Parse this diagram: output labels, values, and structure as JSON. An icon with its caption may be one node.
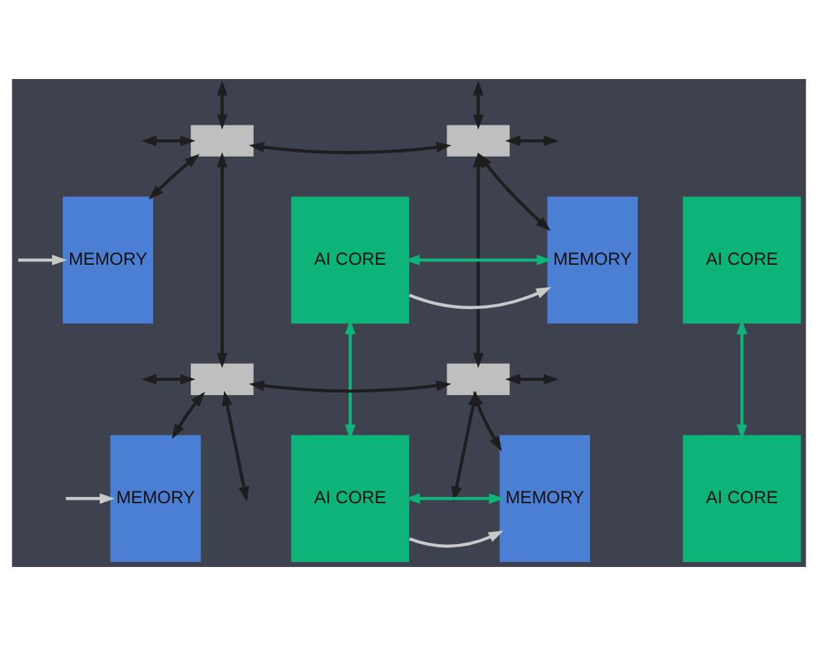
{
  "diagram": {
    "nodes": [
      {
        "text": [],
        "shape": "box"
      },
      {
        "text": [],
        "shape": "box"
      },
      {
        "text": [
          "MEMORY"
        ]
      },
      {
        "text": [
          "AI CORE"
        ]
      },
      {
        "text": [
          "MEMORY"
        ]
      },
      {
        "text": [
          "AI CORE"
        ]
      },
      {
        "text": [],
        "shape": "box"
      },
      {
        "text": [],
        "shape": "box"
      },
      {
        "text": [
          "MEMORY"
        ]
      },
      {
        "text": [
          "AI CORE"
        ]
      },
      {
        "text": [
          "MEMORY"
        ]
      },
      {
        "text": [
          "AI CORE"
        ]
      }
    ],
    "edges": [
      {
        "from": null,
        "to": 0,
        "arrow": "both"
      },
      {
        "from": null,
        "to": 0,
        "arrow": "both"
      },
      {
        "from": 0,
        "to": 1,
        "arrow": "both"
      },
      {
        "from": null,
        "to": 1,
        "arrow": "both"
      },
      {
        "from": 1,
        "to": null,
        "arrow": "both"
      },
      {
        "from": 0,
        "to": 2,
        "arrow": "both"
      },
      {
        "from": 1,
        "to": 4,
        "arrow": "both"
      },
      {
        "from": null,
        "to": 2,
        "arrow": "to",
        "color": "#c8c8c8"
      },
      {
        "from": 3,
        "to": 4,
        "arrow": "to",
        "color": "#c8c8c8"
      },
      {
        "from": 3,
        "to": 4,
        "arrow": "both",
        "color": "#10b47a"
      },
      {
        "from": 0,
        "to": 6,
        "arrow": "both"
      },
      {
        "from": 1,
        "to": 7,
        "arrow": "both"
      },
      {
        "from": null,
        "to": 6,
        "arrow": "both"
      },
      {
        "from": 6,
        "to": 7,
        "arrow": "both"
      },
      {
        "from": 7,
        "to": null,
        "arrow": "both"
      },
      {
        "from": 6,
        "to": 8,
        "arrow": "both"
      },
      {
        "from": 7,
        "to": 10,
        "arrow": "both"
      },
      {
        "from": 3,
        "to": 9,
        "arrow": "both",
        "color": "#10b47a"
      },
      {
        "from": 5,
        "to": 11,
        "arrow": "both",
        "color": "#10b47a"
      },
      {
        "from": null,
        "to": 8,
        "arrow": "to",
        "color": "#c8c8c8"
      },
      {
        "from": 9,
        "to": 10,
        "arrow": "to",
        "color": "#c8c8c8"
      },
      {
        "from": 9,
        "to": 10,
        "arrow": "both",
        "color": "#10b47a"
      },
      {
        "from": 6,
        "to": null,
        "arrow": "both"
      },
      {
        "from": 7,
        "to": null,
        "arrow": "both"
      }
    ]
  }
}
